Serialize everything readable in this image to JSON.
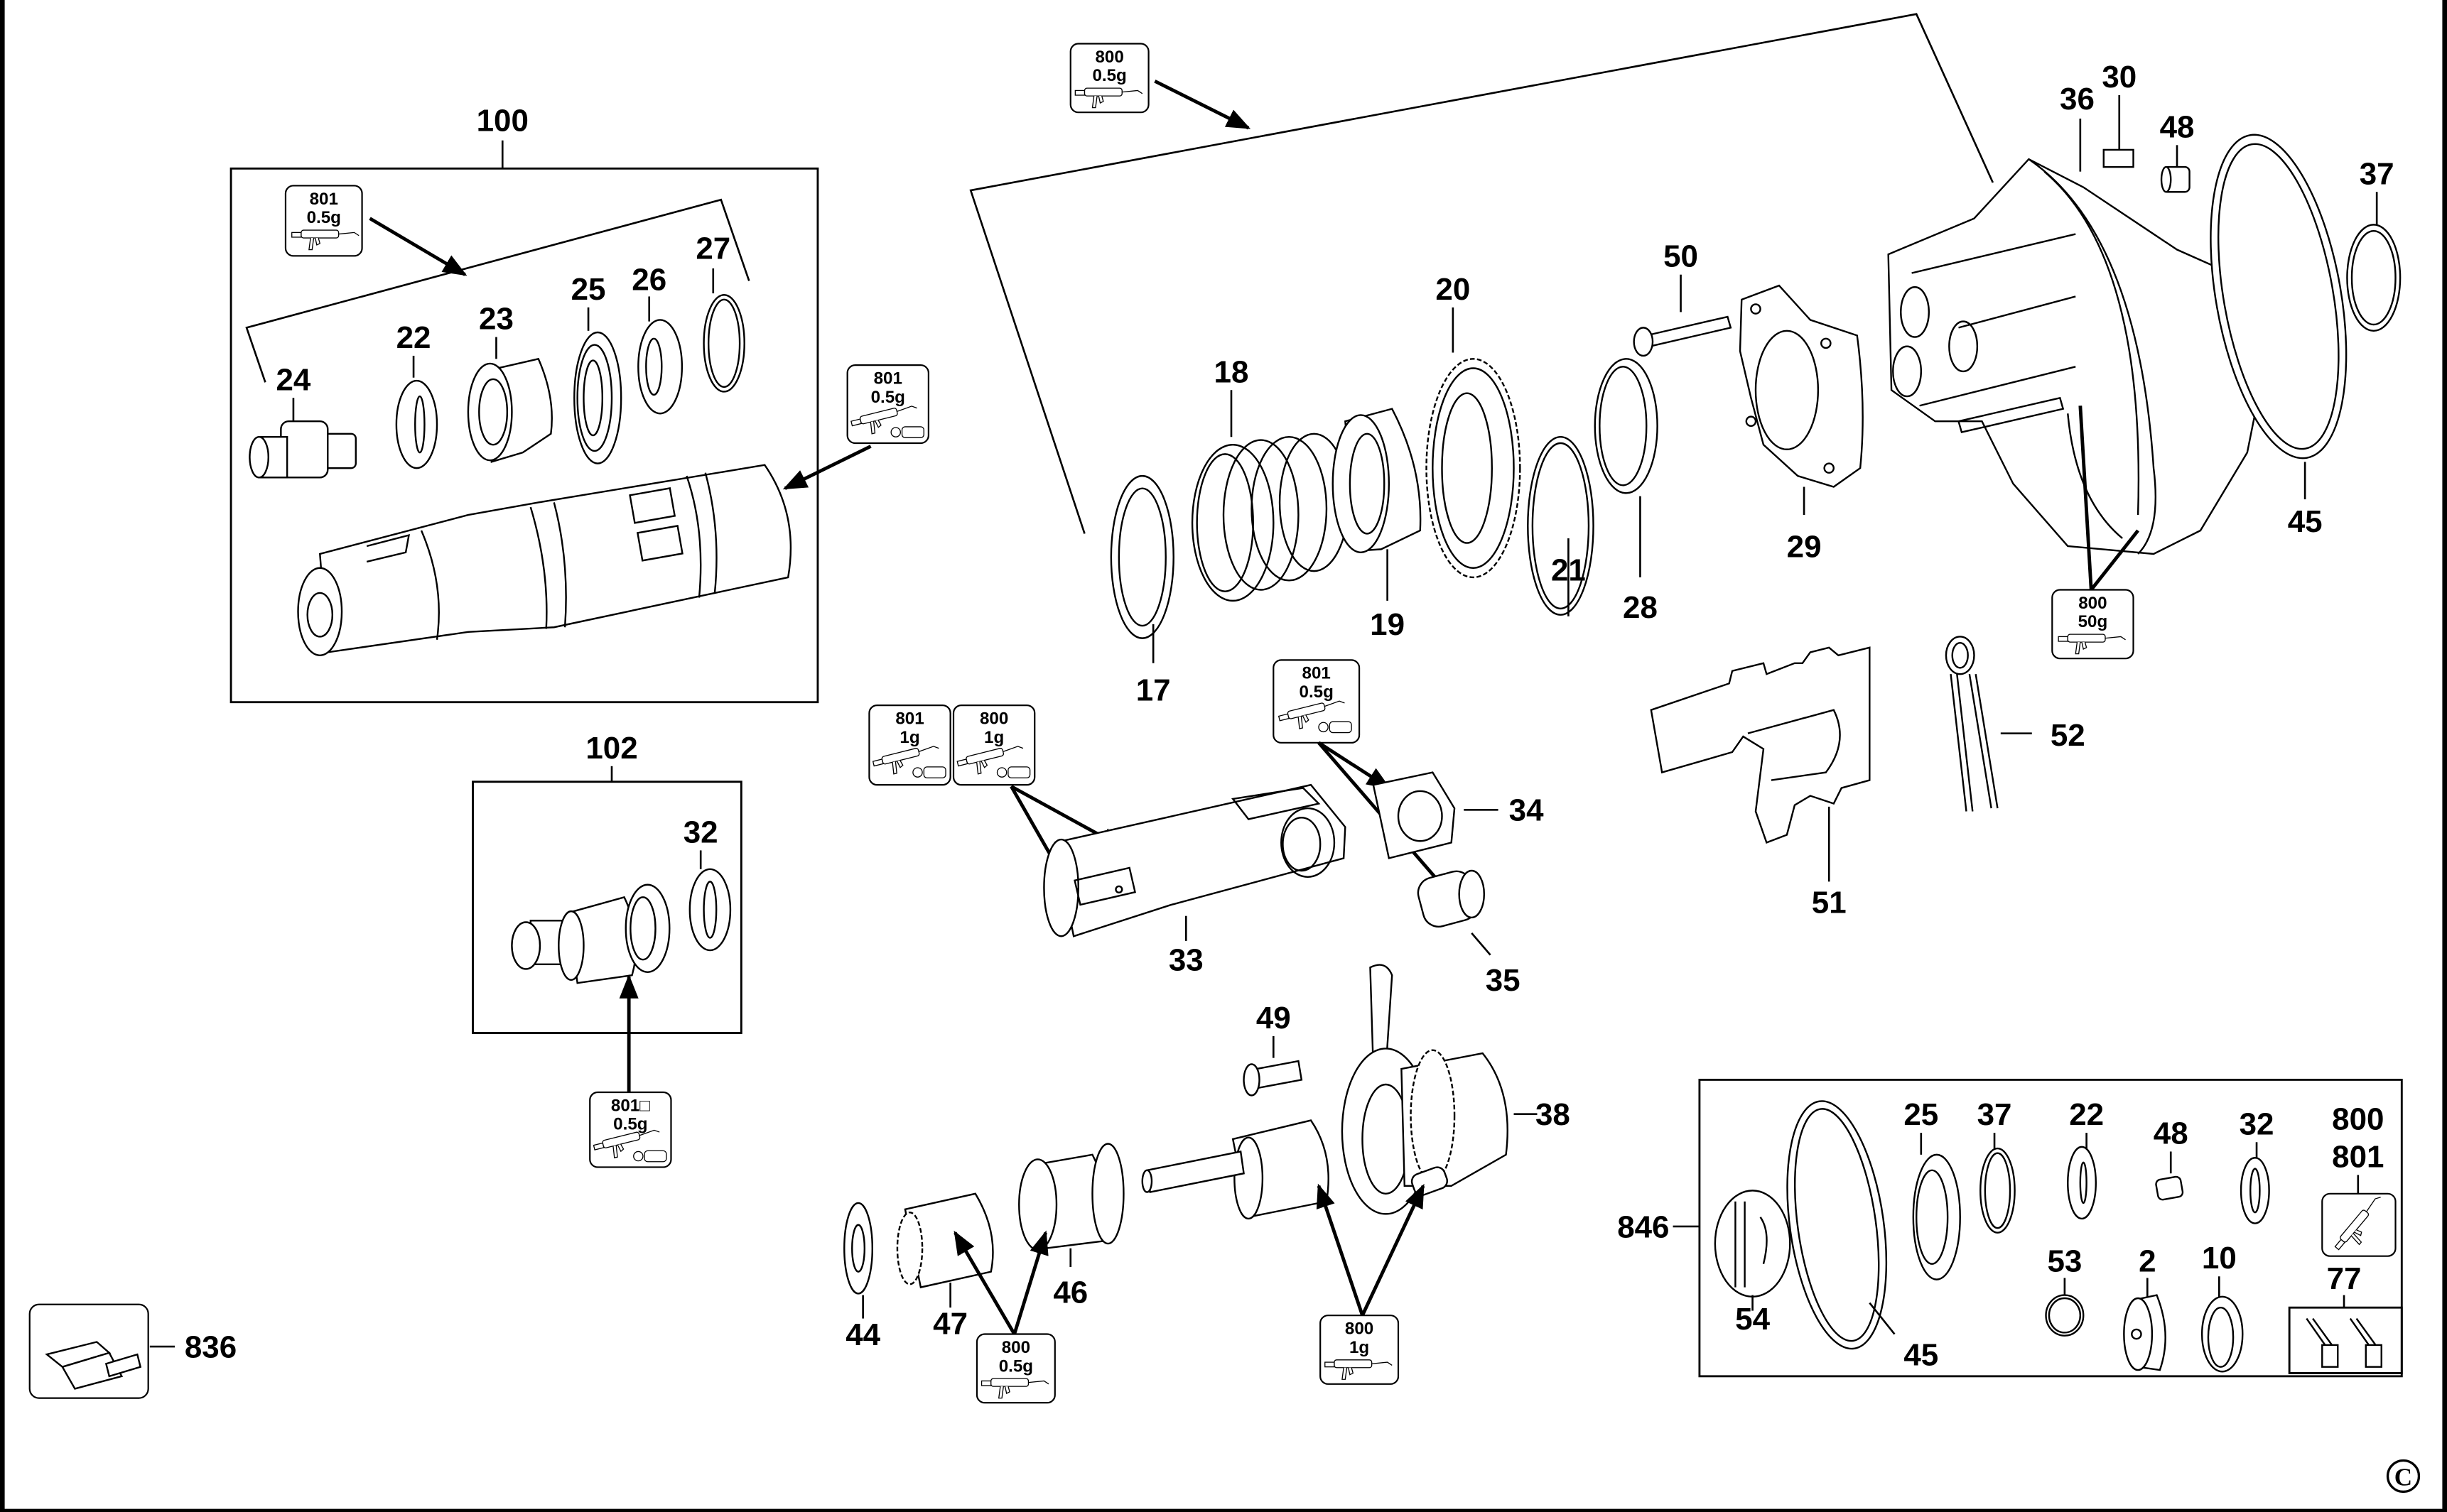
{
  "diagram": {
    "title": "Exploded parts diagram – gearbox / hammer mechanism",
    "copyright_symbol": "©",
    "callouts": {
      "c100": "100",
      "c102": "102",
      "c17": "17",
      "c18": "18",
      "c19": "19",
      "c20": "20",
      "c21": "21",
      "c22": "22",
      "c23": "23",
      "c24": "24",
      "c25": "25",
      "c26": "26",
      "c27": "27",
      "c28": "28",
      "c29": "29",
      "c30": "30",
      "c32": "32",
      "c33": "33",
      "c34": "34",
      "c35": "35",
      "c36": "36",
      "c37": "37",
      "c38": "38",
      "c44": "44",
      "c45": "45",
      "c46": "46",
      "c47": "47",
      "c48": "48",
      "c49": "49",
      "c50": "50",
      "c51": "51",
      "c52": "52",
      "c836": "836"
    },
    "kit_box": {
      "callouts": {
        "c846": "846",
        "c54": "54",
        "c45": "45",
        "c25": "25",
        "c37": "37",
        "c22": "22",
        "c48": "48",
        "c32": "32",
        "c53": "53",
        "c2": "2",
        "c10": "10",
        "c77": "77",
        "grease_a": "800",
        "grease_b": "801"
      }
    },
    "grease_badges": [
      {
        "id": "top",
        "code": "800",
        "amount": "0.5g"
      },
      {
        "id": "box100",
        "code": "801",
        "amount": "0.5g"
      },
      {
        "id": "spindle",
        "code": "801",
        "amount": "0.5g"
      },
      {
        "id": "housing",
        "code": "800",
        "amount": "50g"
      },
      {
        "id": "piston801",
        "code": "801",
        "amount": "1g"
      },
      {
        "id": "piston800",
        "code": "800",
        "amount": "1g"
      },
      {
        "id": "ram",
        "code": "801",
        "amount": "0.5g"
      },
      {
        "id": "box102",
        "code": "801□",
        "amount": "0.5g"
      },
      {
        "id": "clutch",
        "code": "800",
        "amount": "0.5g"
      },
      {
        "id": "crank",
        "code": "800",
        "amount": "1g"
      }
    ]
  }
}
